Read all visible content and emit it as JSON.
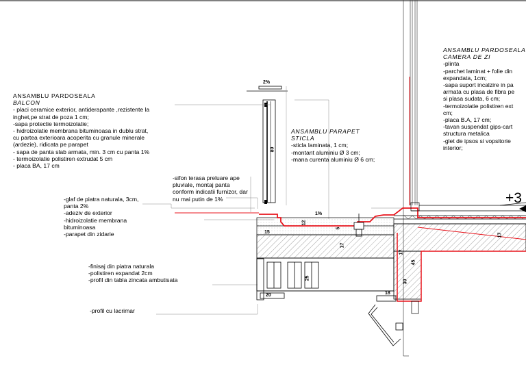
{
  "notes": {
    "balcon": {
      "title": "ANSAMBLU PARDOSEALA",
      "subtitle": "BALCON",
      "lines": [
        "- placi ceramice exterior, antiderapante ,rezistente la",
        "inghet,pe strat de poza 1 cm;",
        "-sapa protectie termoizolatie;",
        "- hidroizolatie membrana bituminoasa in dublu strat,",
        "cu partea exterioara acoperita cu granule minerale",
        "(ardezie), ridicata pe parapet",
        "- sapa de panta slab armata, min. 3 cm cu panta 1%",
        "- termoizolatie polistiren extrudat 5 cm",
        "- placa BA, 17 cm"
      ]
    },
    "parapet": {
      "title": "ANSAMBLU PARAPET",
      "subtitle": "STICLA",
      "lines": [
        "-sticla laminata, 1 cm;",
        "-montant aluminiu Ø 3 cm;",
        "-mana curenta aluminiu Ø 6 cm;"
      ]
    },
    "camera": {
      "title": "ANSAMBLU PARDOSEALA",
      "subtitle": "CAMERA DE ZI",
      "lines": [
        "-plinta",
        "-parchet laminat + folie din",
        "expandata, 1cm;",
        "-sapa suport incalzire in pa",
        "armata cu plasa de fibra pe",
        "si plasa sudata, 6 cm;",
        "-termoizolatie polistiren ext",
        "cm;",
        "-placa B.A, 17 cm;",
        "-tavan suspendat gips-cart",
        "structura metalica",
        "-glet de ipsos si vopsitorie",
        "interior;"
      ]
    },
    "sifon": {
      "lines": [
        "-sifon terasa preluare ape",
        "pluviale, montaj panta",
        "conform indicatii furnizor, dar",
        "nu mai putin de 1%"
      ]
    },
    "glaf": {
      "lines": [
        "-glaf de piatra naturala, 3cm,",
        "panta 2%",
        "-adeziv de exterior",
        "-hidroizolatie membrana",
        "bituminoasa",
        "-parapet din zidarie"
      ]
    },
    "finisaj": {
      "lines": [
        "-finisaj din piatra naturala",
        "-polistiren expandat 2cm",
        "-profil din tabla zincata ambutisata"
      ]
    },
    "profil": {
      "lines": [
        "-profil  cu lacrimar"
      ]
    }
  },
  "dims": {
    "slope_top": "2%",
    "slope_balcony": "1%",
    "glass_height": "80",
    "d12": "12",
    "d5": "5",
    "d15": "15",
    "d17": "17",
    "d17b": "17",
    "d17c": "17",
    "d25": "25",
    "d30": "30",
    "d45": "45",
    "d20": "20",
    "d18": "18"
  },
  "level": "+3",
  "colors": {
    "line": "#000000",
    "red": "#e8141c",
    "hatch": "#555555",
    "grey": "#9a9a9a"
  }
}
